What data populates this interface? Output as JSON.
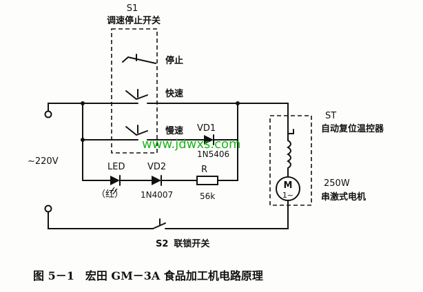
{
  "switch_s1": {
    "id": "S1",
    "name": "调速停止开关",
    "stop": "停止",
    "fast": "快速",
    "slow": "慢速"
  },
  "diode_vd1": {
    "id": "VD1",
    "part": "1N5406"
  },
  "diode_vd2": {
    "id": "VD2",
    "part": "1N4007"
  },
  "led": {
    "id": "LED",
    "color": "（红）"
  },
  "resistor": {
    "id": "R",
    "value": "56k"
  },
  "thermostat": {
    "id": "ST",
    "name": "自动复位温控器"
  },
  "motor": {
    "symbol": "M",
    "ac": "1~",
    "power": "250W",
    "name": "串激式电机"
  },
  "supply": {
    "voltage": "~220V"
  },
  "switch_s2": {
    "id": "S2",
    "name": "联锁开关"
  },
  "watermark": "www.jdwxs.com",
  "caption": "图 5－1　宏田 GM－3A 食品加工机电路原理",
  "colors": {
    "ink": "#111111",
    "watermark": "#19b819"
  }
}
